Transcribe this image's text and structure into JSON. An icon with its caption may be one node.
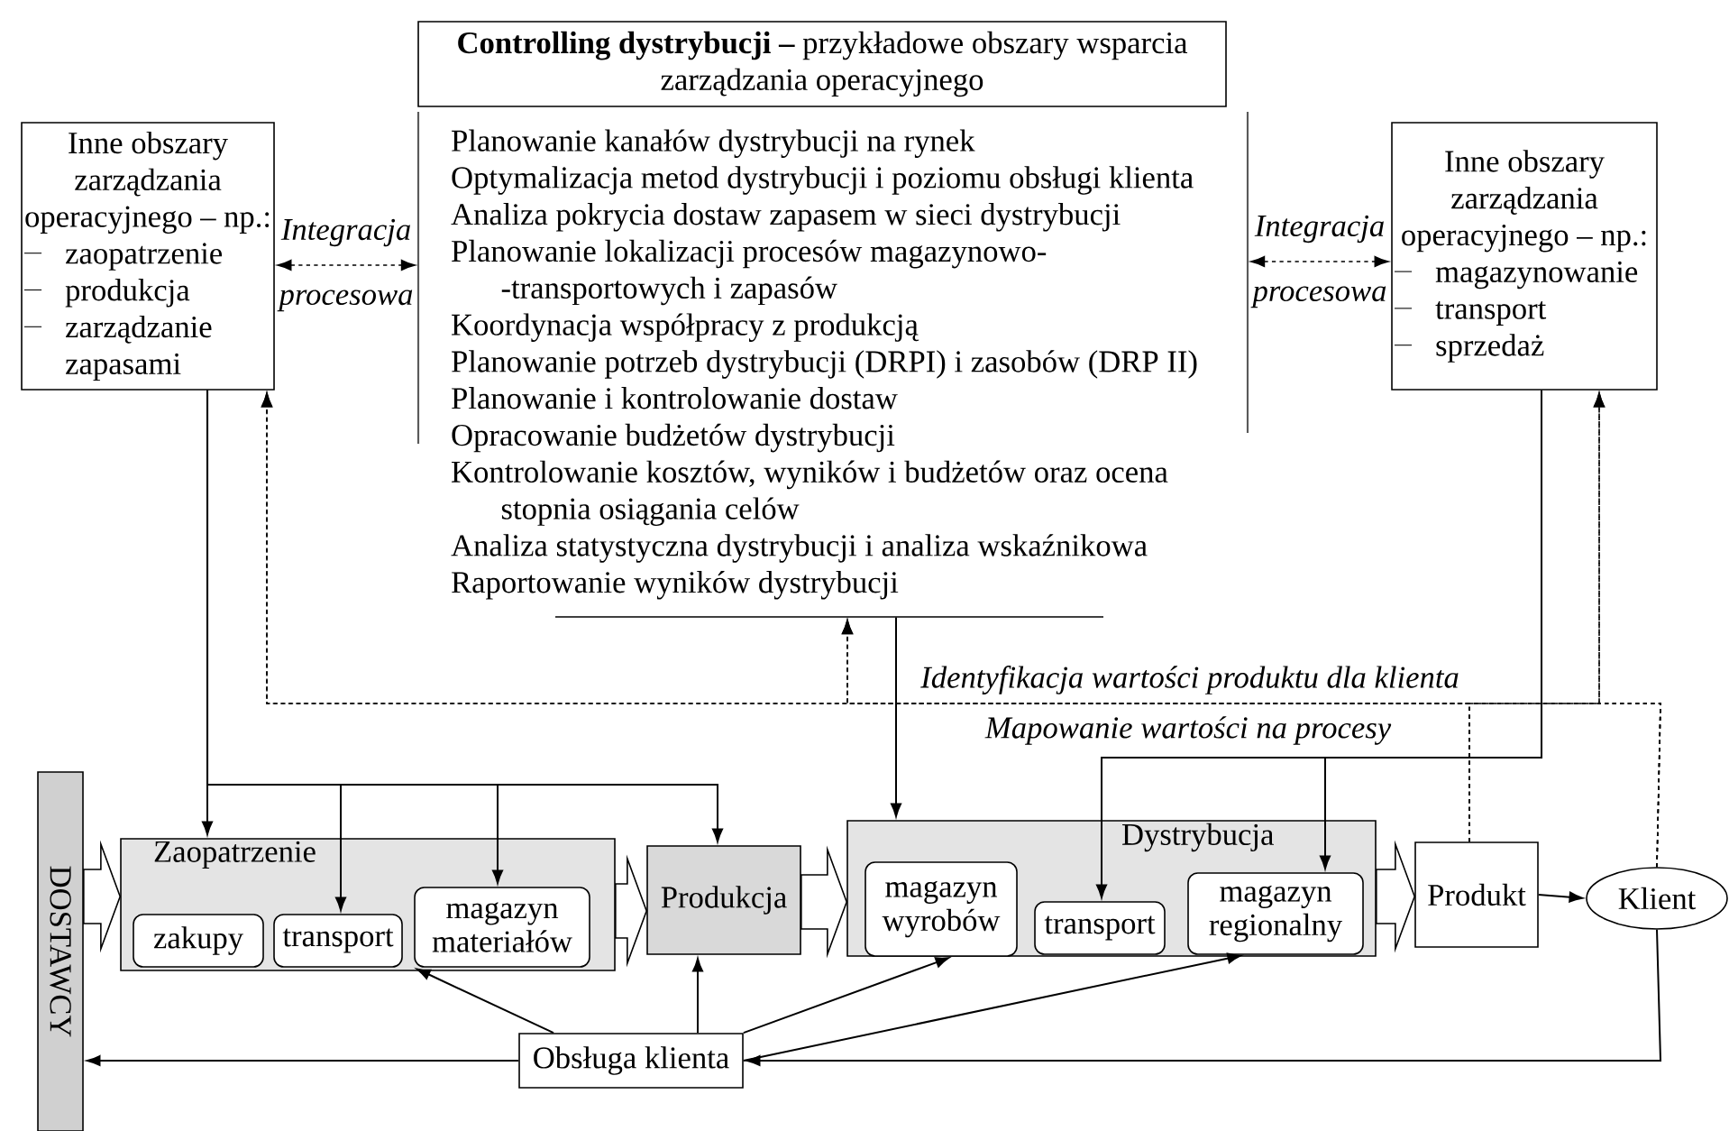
{
  "diagram": {
    "nodes": [
      {
        "text": [
          "**Controlling dystrybucji –** przykładowe obszary wsparcia zarządzania operacyjnego"
        ]
      },
      {
        "text": [
          "Planowanie kanałów dystrybucji na rynek",
          "Optymalizacja metod dystrybucji i poziomu obsługi klienta",
          "Analiza pokrycia dostaw zapasem w sieci dystrybucji",
          "Planowanie lokalizacji procesów magazynowo- -transportowych i zapasów",
          "Koordynacja współpracy z produkcją",
          "Planowanie potrzeb dystrybucji (DRPI) i zasobów (DRP II)",
          "Planowanie i kontrolowanie dostaw",
          "Opracowanie budżetów dystrybucji",
          "Kontrolowanie kosztów, wyników i budżetów oraz ocena stopnia osiągania celów",
          "Analiza statystyczna dystrybucji i analiza wskaźnikowa",
          "Raportowanie wyników dystrybucji"
        ]
      },
      {
        "text": [
          "Inne obszary zarządzania operacyjnego – np.:",
          "zaopatrzenie",
          "produkcja",
          "zarządzanie zapasami"
        ]
      },
      {
        "text": [
          "Inne obszary zarządzania operacyjnego – np.:",
          "magazynowanie",
          "transport",
          "sprzedaż"
        ]
      },
      {
        "text": [
          "DOSTAWCY"
        ]
      },
      {
        "text": [
          "Zaopatrzenie"
        ]
      },
      {
        "text": [
          "zakupy"
        ],
        "in": 5
      },
      {
        "text": [
          "transport"
        ],
        "in": 5
      },
      {
        "text": [
          "magazyn materiałów"
        ],
        "in": 5
      },
      {
        "text": [
          "Produkcja"
        ]
      },
      {
        "text": [
          "Dystrybucja"
        ]
      },
      {
        "text": [
          "magazyn wyrobów"
        ],
        "in": 10
      },
      {
        "text": [
          "transport"
        ],
        "in": 10
      },
      {
        "text": [
          "magazyn regionalny"
        ],
        "in": 10
      },
      {
        "text": [
          "Produkt"
        ]
      },
      {
        "text": [
          "Klient"
        ]
      },
      {
        "text": [
          "Obsługa klienta"
        ]
      }
    ],
    "edges": [
      {
        "from": 2,
        "to": 1,
        "arrow": "both",
        "style": "dashed",
        "label": "Integracja procesowa"
      },
      {
        "from": 1,
        "to": 3,
        "arrow": "both",
        "style": "dashed",
        "label": "Integracja procesowa"
      },
      {
        "from": 2,
        "to": 5,
        "arrow": "to"
      },
      {
        "from": 2,
        "to": 7,
        "arrow": "to"
      },
      {
        "from": 2,
        "to": 8,
        "arrow": "to"
      },
      {
        "from": 2,
        "to": 9,
        "arrow": "to"
      },
      {
        "from": 3,
        "to": 12,
        "arrow": "to",
        "label": "Mapowanie wartości na procesy"
      },
      {
        "from": 3,
        "to": 13,
        "arrow": "to"
      },
      {
        "from": 1,
        "to": 10,
        "arrow": "to"
      },
      {
        "from": 14,
        "to": 2,
        "arrow": "to",
        "style": "dashed",
        "label": "Identyfikacja wartości produktu dla klienta"
      },
      {
        "from": 14,
        "to": 1,
        "arrow": "to",
        "style": "dashed"
      },
      {
        "from": 14,
        "to": 3,
        "arrow": "to",
        "style": "dashed"
      },
      {
        "from": 15,
        "to": 2,
        "arrow": "to",
        "style": "dashed"
      },
      {
        "from": 15,
        "to": 1,
        "arrow": "to",
        "style": "dashed"
      },
      {
        "from": 15,
        "to": 3,
        "arrow": "to",
        "style": "dashed"
      },
      {
        "from": 4,
        "to": 5,
        "arrow": "to",
        "style": "thick"
      },
      {
        "from": 5,
        "to": 9,
        "arrow": "to",
        "style": "thick"
      },
      {
        "from": 9,
        "to": 10,
        "arrow": "to",
        "style": "thick"
      },
      {
        "from": 10,
        "to": 14,
        "arrow": "to",
        "style": "thick"
      },
      {
        "from": 14,
        "to": 15,
        "arrow": "to"
      },
      {
        "from": 15,
        "to": 16,
        "arrow": "to"
      },
      {
        "from": 16,
        "to": 4,
        "arrow": "to"
      },
      {
        "from": 16,
        "to": 8,
        "arrow": "to"
      },
      {
        "from": 16,
        "to": 9,
        "arrow": "to"
      },
      {
        "from": 16,
        "to": 11,
        "arrow": "to"
      },
      {
        "from": 16,
        "to": 13,
        "arrow": "to"
      }
    ]
  }
}
